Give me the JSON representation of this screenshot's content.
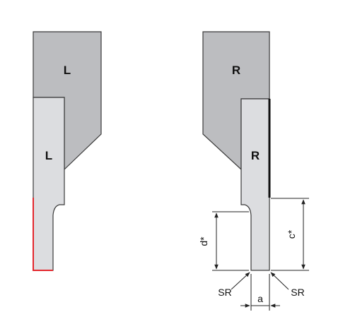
{
  "left_tool": {
    "holder_label": "L",
    "insert_label": "L"
  },
  "right_tool": {
    "holder_label": "R",
    "insert_label": "R"
  },
  "dimensions": {
    "d_label": "d*",
    "c_label": "c*",
    "a_label": "a",
    "sr_left_label": "SR",
    "sr_right_label": "SR"
  },
  "colors": {
    "holder_fill": "#bcbdc0",
    "insert_fill": "#dcdde0",
    "outline": "#3a3a3a",
    "cutting_edge": "#e3262d",
    "dimension_line": "#222222"
  }
}
